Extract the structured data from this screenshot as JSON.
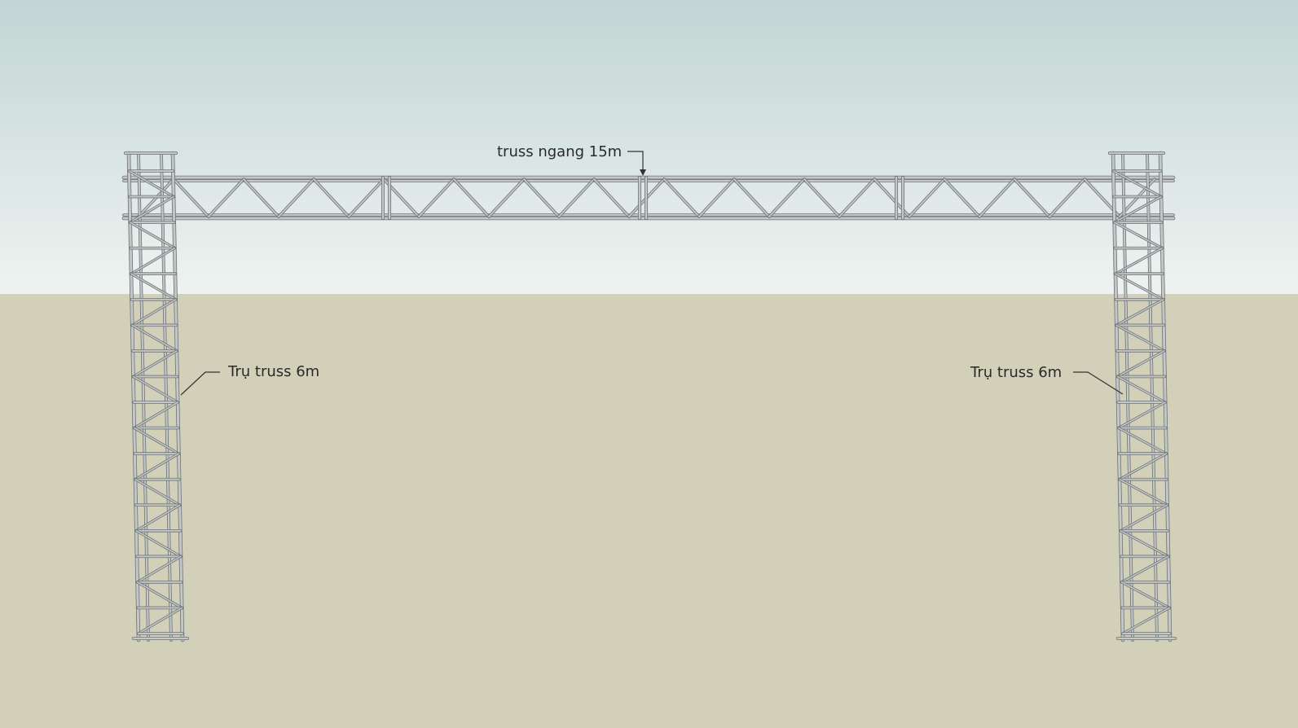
{
  "annotations": {
    "horizontal_truss": "truss ngang 15m",
    "left_column": "Trụ truss 6m",
    "right_column": "Trụ truss 6m"
  },
  "colors": {
    "sky_top": "#c2d5d4",
    "sky_bottom": "#eef3f1",
    "ground": "#d2d0b8",
    "truss_metal": "#c3c7c8",
    "truss_edge": "#6e7376",
    "leader_line": "#333333"
  }
}
